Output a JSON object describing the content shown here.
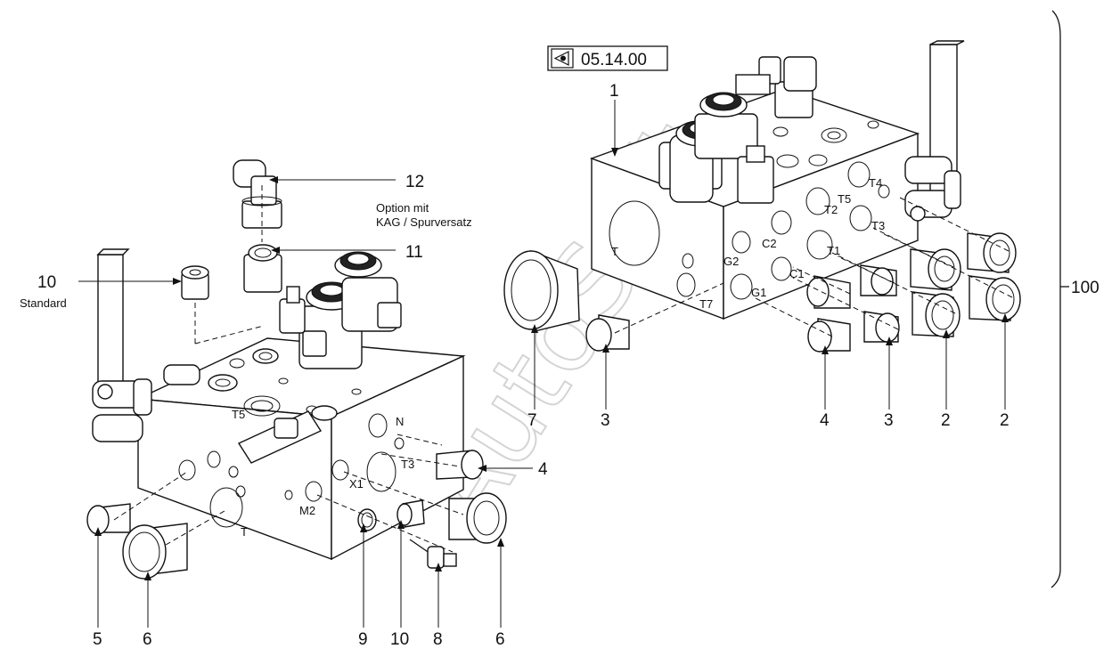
{
  "reference": {
    "code": "05.14.00"
  },
  "watermark": "AutoSoft",
  "assembly_label": "100",
  "callouts": {
    "c1": "1",
    "c2a": "2",
    "c2b": "2",
    "c3a": "3",
    "c3b": "3",
    "c4a": "4",
    "c4b": "4",
    "c5": "5",
    "c6a": "6",
    "c6b": "6",
    "c7": "7",
    "c8": "8",
    "c9": "9",
    "c10a": "10",
    "c10b": "10",
    "c11": "11",
    "c12": "12"
  },
  "notes": {
    "option_line1": "Option mit",
    "option_line2": "KAG / Spurversatz",
    "standard": "Standard"
  },
  "port_marks": {
    "p1": "T",
    "p2": "G1",
    "p3": "C1",
    "p4": "T1",
    "p5": "C2",
    "p6": "G2",
    "p7": "T2",
    "p8": "T3",
    "p9": "T4",
    "p10": "T5",
    "p11": "T7",
    "q1": "T",
    "q2": "T3",
    "q3": "X1",
    "q4": "M2",
    "q5": "N",
    "q6": "T5"
  }
}
